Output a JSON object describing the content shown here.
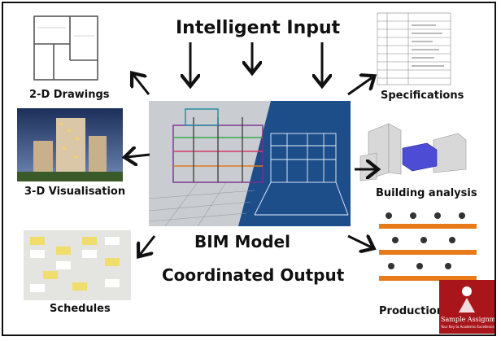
{
  "top_title": "Intelligent Input",
  "center_title": "BIM Model",
  "bottom_title": "Coordinated Output",
  "labels": {
    "drawings_2d": "2-D Drawings",
    "visualisation_3d": "3-D Visualisation",
    "schedules": "Schedules",
    "specifications": "Specifications",
    "building_analysis": "Building analysis",
    "production_details": "Production Details"
  },
  "watermark": {
    "line1": "Sample Assignment",
    "line2": "Your Key to Academic Excellence"
  },
  "colors": {
    "arrow": "#111111",
    "blueprint": "#1d4e8a",
    "watermark_bg": "#a8161b"
  }
}
